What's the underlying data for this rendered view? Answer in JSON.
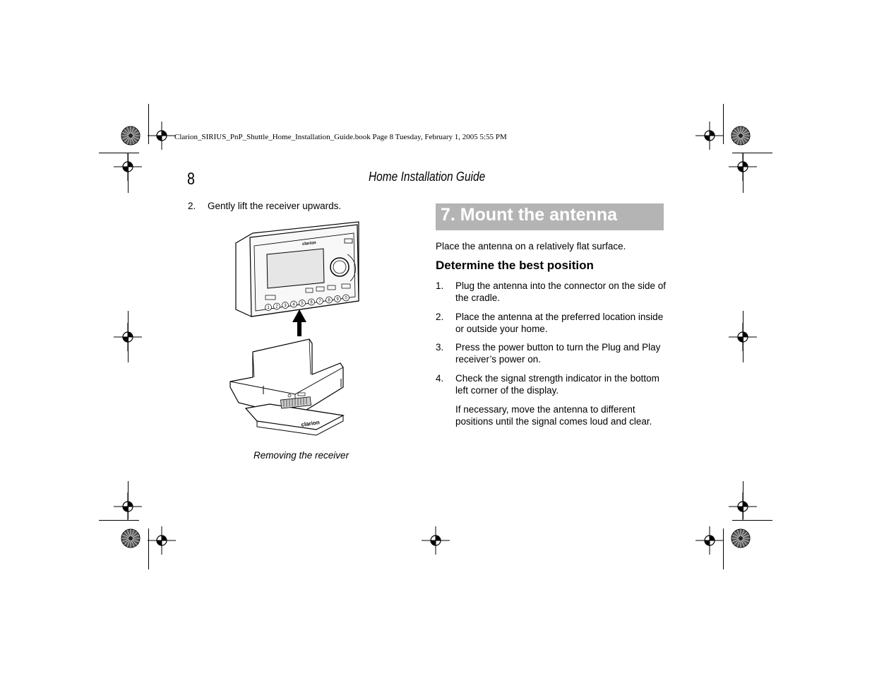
{
  "slug": "Clarion_SIRIUS_PnP_Shuttle_Home_Installation_Guide.book  Page 8  Tuesday, February 1, 2005  5:55 PM",
  "page_number": "8",
  "running_head": "Home Installation Guide",
  "left_column": {
    "step": {
      "number": "2.",
      "text": "Gently lift the receiver upwards."
    },
    "figure": {
      "receiver_logo": "clarion",
      "cradle_logo": "clarion",
      "buttons": [
        "1",
        "2",
        "3",
        "4",
        "5",
        "6",
        "7",
        "8",
        "9",
        "0"
      ],
      "caption": "Removing the receiver"
    }
  },
  "right_column": {
    "section_title": "7. Mount the antenna",
    "intro": "Place the antenna on a relatively flat surface.",
    "subheading": "Determine the best position",
    "steps": [
      {
        "number": "1.",
        "text": "Plug the antenna into the connector on the side of the cradle."
      },
      {
        "number": "2.",
        "text": "Place the antenna at the preferred location inside or outside your home."
      },
      {
        "number": "3.",
        "text": "Press the power button to turn the Plug and Play receiver’s power on."
      },
      {
        "number": "4.",
        "text": "Check the signal strength indicator in the bottom left corner of the display."
      }
    ],
    "note": "If necessary, move the antenna to different positions until the signal comes loud and clear."
  }
}
